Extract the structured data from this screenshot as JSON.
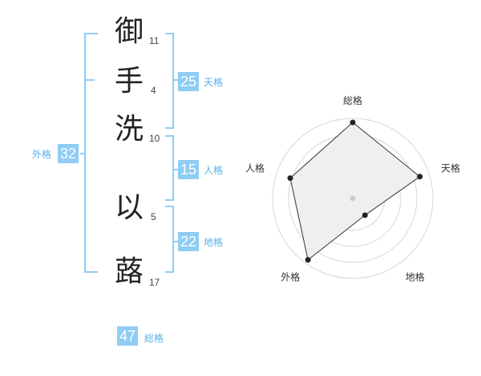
{
  "name": {
    "characters": [
      {
        "char": "御",
        "strokes": "11"
      },
      {
        "char": "手",
        "strokes": "4"
      },
      {
        "char": "洗",
        "strokes": "10"
      },
      {
        "char": "以",
        "strokes": "5"
      },
      {
        "char": "蕗",
        "strokes": "17"
      }
    ]
  },
  "kaku": {
    "tenkaku": {
      "value": "25",
      "label": "天格"
    },
    "jinkaku": {
      "value": "15",
      "label": "人格"
    },
    "chikaku": {
      "value": "22",
      "label": "地格"
    },
    "gaikaku": {
      "value": "32",
      "label": "外格"
    },
    "soukaku": {
      "value": "47",
      "label": "総格"
    }
  },
  "colors": {
    "accent": "#8fcdf4",
    "label": "#55b2ea",
    "bracket": "#8fcdf4"
  },
  "chart_data": {
    "type": "radar",
    "axes": [
      "総格",
      "天格",
      "地格",
      "外格",
      "人格"
    ],
    "values": [
      0.95,
      0.88,
      0.26,
      0.95,
      0.82
    ],
    "range": [
      0,
      1
    ],
    "rings": 5
  }
}
